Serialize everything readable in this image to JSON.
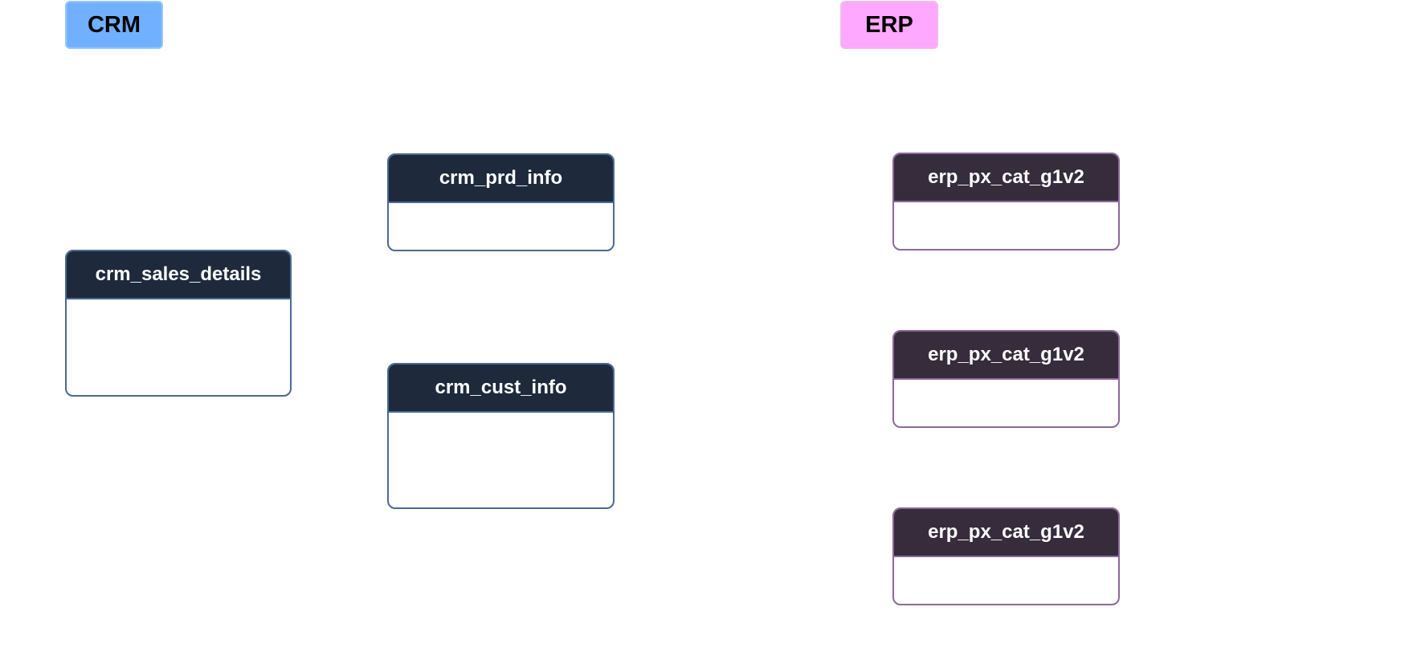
{
  "groups": {
    "crm": {
      "label": "CRM",
      "color": "#70b0ff"
    },
    "erp": {
      "label": "ERP",
      "color": "#ffa8ff"
    }
  },
  "tables": {
    "crm_sales_details": "crm_sales_details",
    "crm_prd_info": "crm_prd_info",
    "crm_cust_info": "crm_cust_info",
    "erp_1": "erp_px_cat_g1v2",
    "erp_2": "erp_px_cat_g1v2",
    "erp_3": "erp_px_cat_g1v2"
  },
  "colors": {
    "crm_header": "#1e2a3c",
    "crm_border": "#4a6a93",
    "erp_header": "#372c3c",
    "erp_border": "#8c6a99"
  }
}
